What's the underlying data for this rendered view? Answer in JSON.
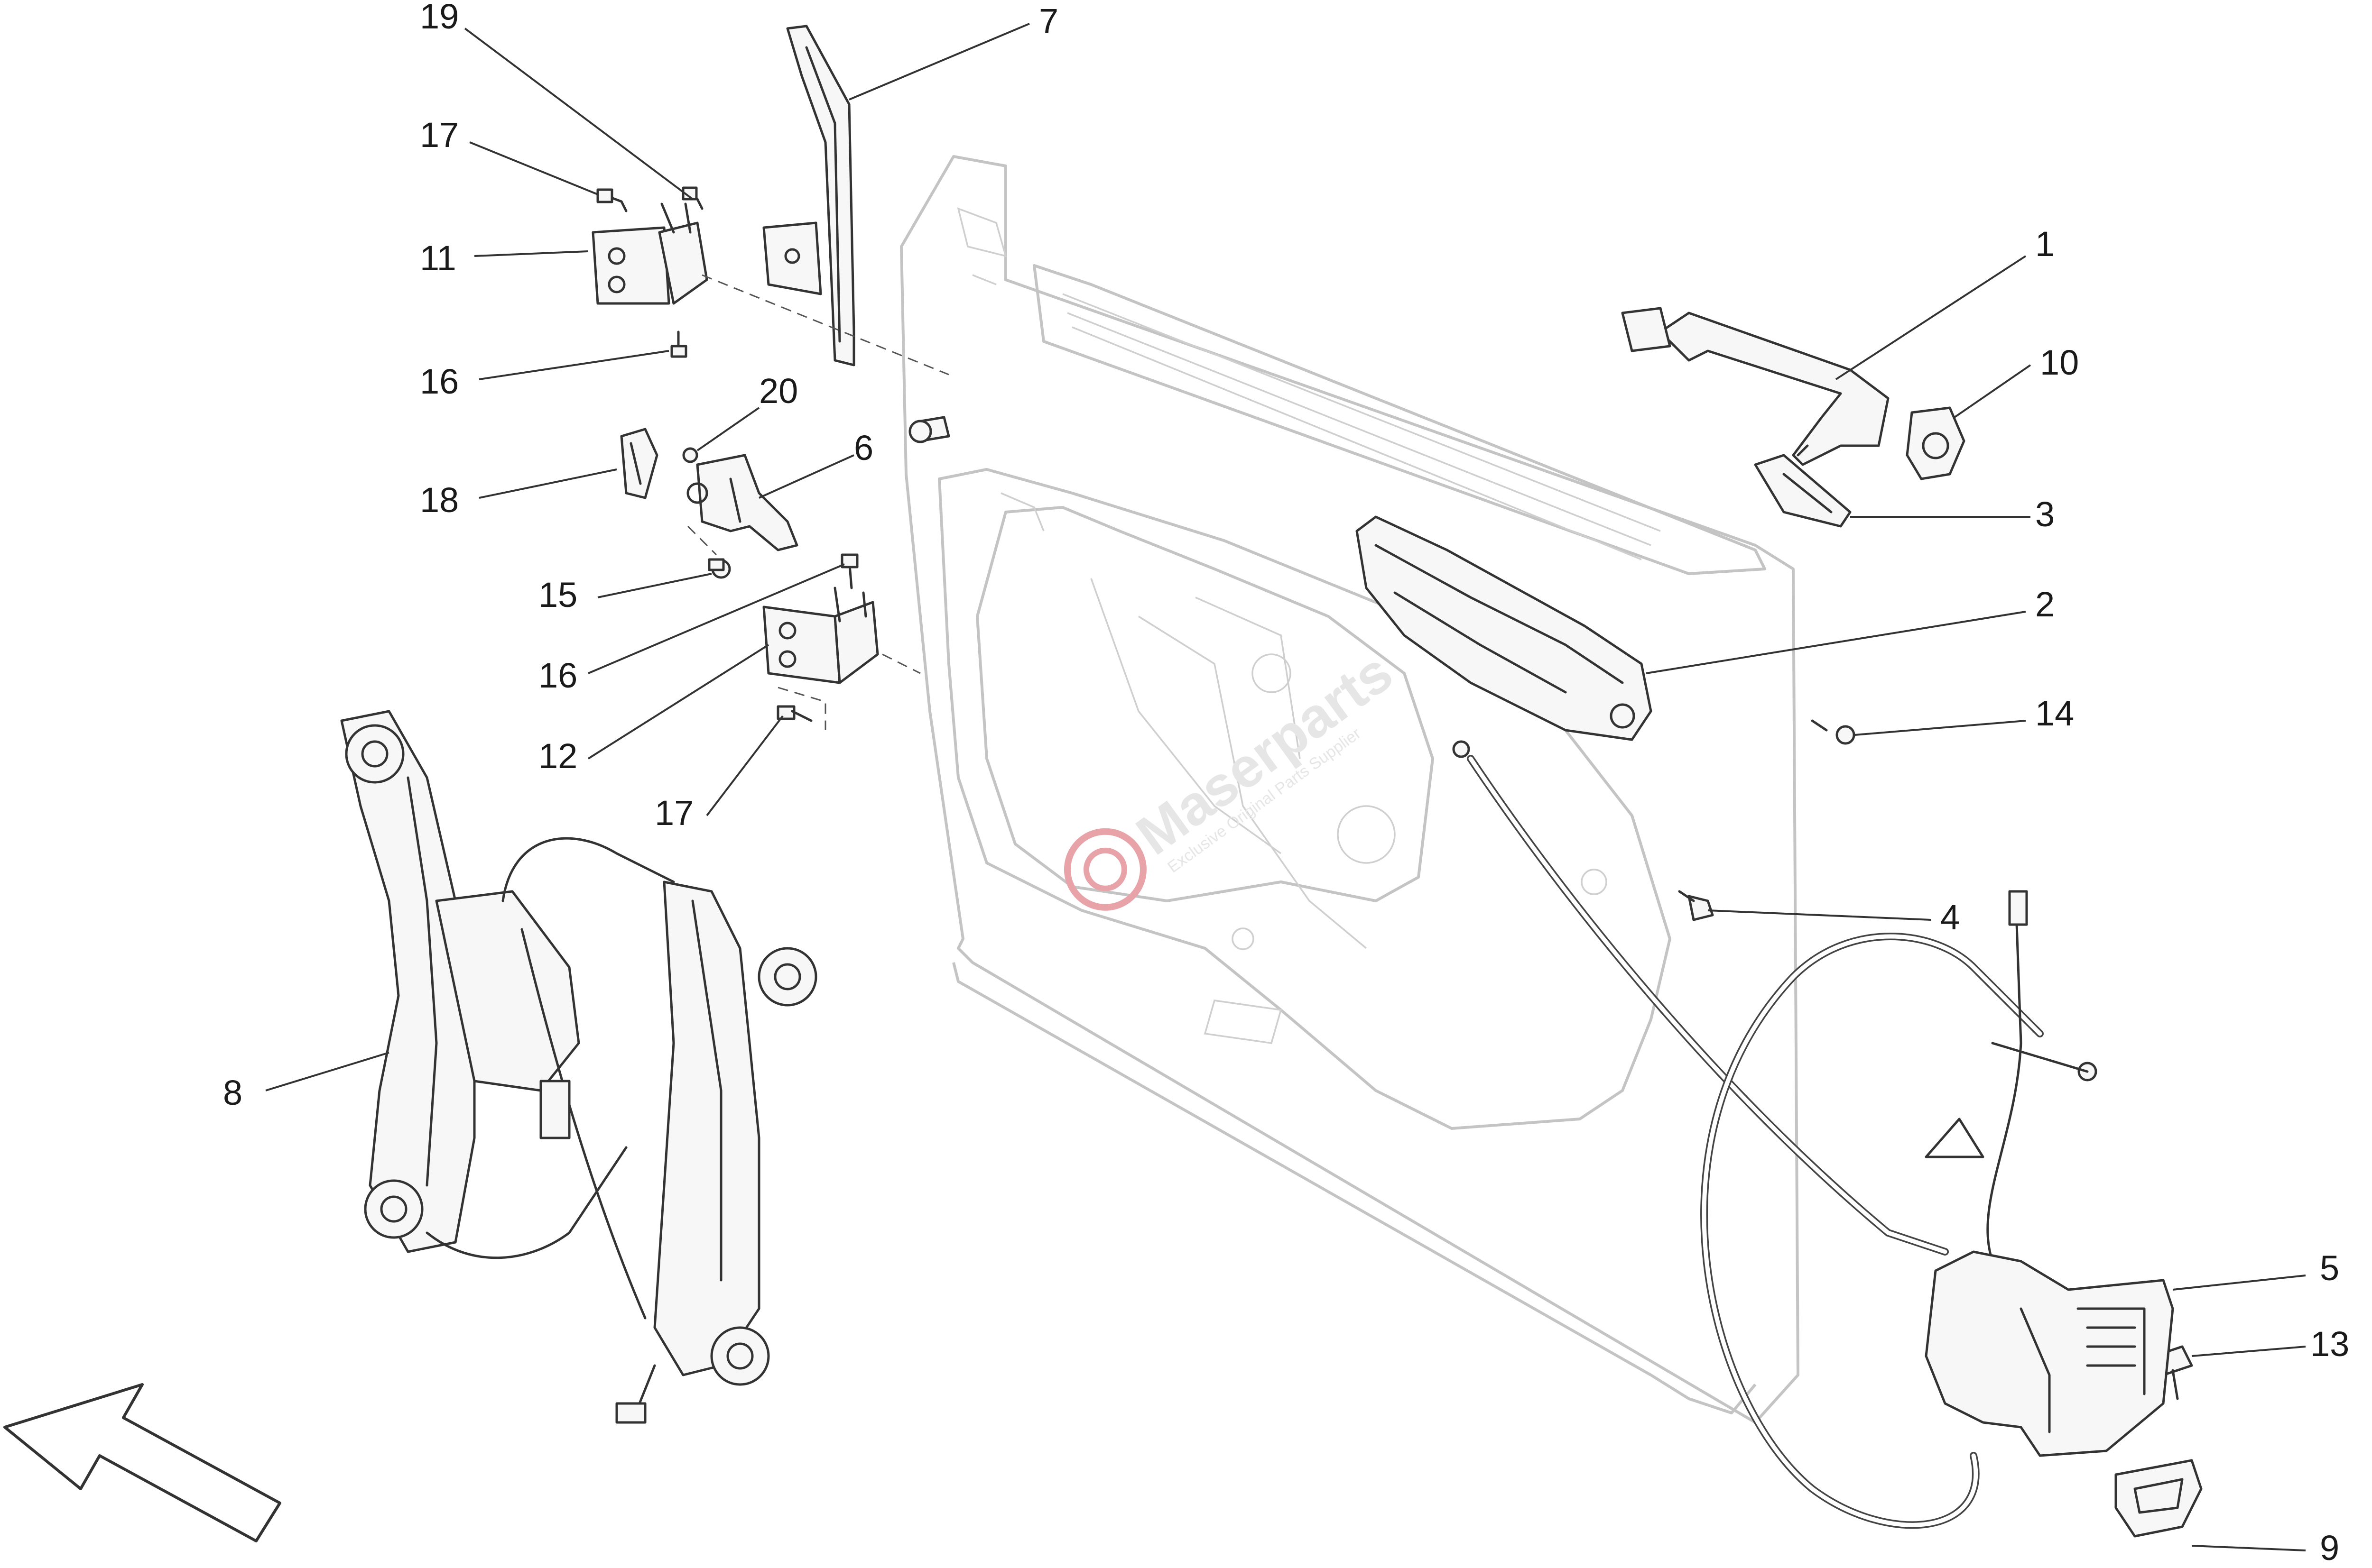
{
  "watermark": {
    "brand": "Maserparts",
    "tagline": "Exclusive Original Parts Supplier",
    "color": "#e8a3a8"
  },
  "callouts": [
    {
      "id": "1",
      "label": "1"
    },
    {
      "id": "2",
      "label": "2"
    },
    {
      "id": "3",
      "label": "3"
    },
    {
      "id": "4",
      "label": "4"
    },
    {
      "id": "5",
      "label": "5"
    },
    {
      "id": "6",
      "label": "6"
    },
    {
      "id": "7",
      "label": "7"
    },
    {
      "id": "8",
      "label": "8"
    },
    {
      "id": "9",
      "label": "9"
    },
    {
      "id": "10",
      "label": "10"
    },
    {
      "id": "11",
      "label": "11"
    },
    {
      "id": "12",
      "label": "12"
    },
    {
      "id": "13",
      "label": "13"
    },
    {
      "id": "14",
      "label": "14"
    },
    {
      "id": "15",
      "label": "15"
    },
    {
      "id": "16a",
      "label": "16"
    },
    {
      "id": "16b",
      "label": "16"
    },
    {
      "id": "17a",
      "label": "17"
    },
    {
      "id": "17b",
      "label": "17"
    },
    {
      "id": "18",
      "label": "18"
    },
    {
      "id": "19",
      "label": "19"
    },
    {
      "id": "20",
      "label": "20"
    }
  ],
  "icons": {
    "direction_arrow": "front-direction-arrow-icon",
    "watermark_logo": "gear-logo-icon"
  },
  "colors": {
    "line": "#333333",
    "ghost": "#c4c4c4",
    "background": "#ffffff"
  }
}
